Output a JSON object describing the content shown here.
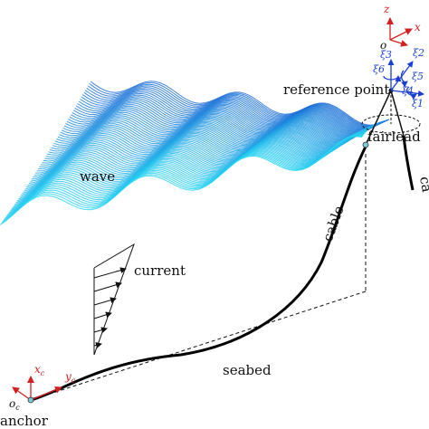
{
  "labels": {
    "wave": "wave",
    "current": "current",
    "cable": "cable",
    "cable_right": "ca",
    "seabed": "seabed",
    "fairlead": "fairlead",
    "reference_point": "reference point",
    "anchor": "anchor"
  },
  "global_axes": {
    "z": "z",
    "x": "x",
    "origin": "o"
  },
  "anchor_axes": {
    "x": "x",
    "x_sub": "c",
    "y": "y",
    "y_sub": "c",
    "origin": "o",
    "origin_sub": "c"
  },
  "dof": {
    "xi1": "ξ1",
    "xi2": "ξ2",
    "xi3": "ξ3",
    "xi4": "ξ4",
    "xi5": "ξ5",
    "xi6": "ξ6"
  },
  "colors": {
    "wave_top": "#1f6fd6",
    "wave_bottom": "#27d3f2",
    "axis_red": "#d42020",
    "axis_blue": "#1a3fd0",
    "cable": "#000000"
  }
}
